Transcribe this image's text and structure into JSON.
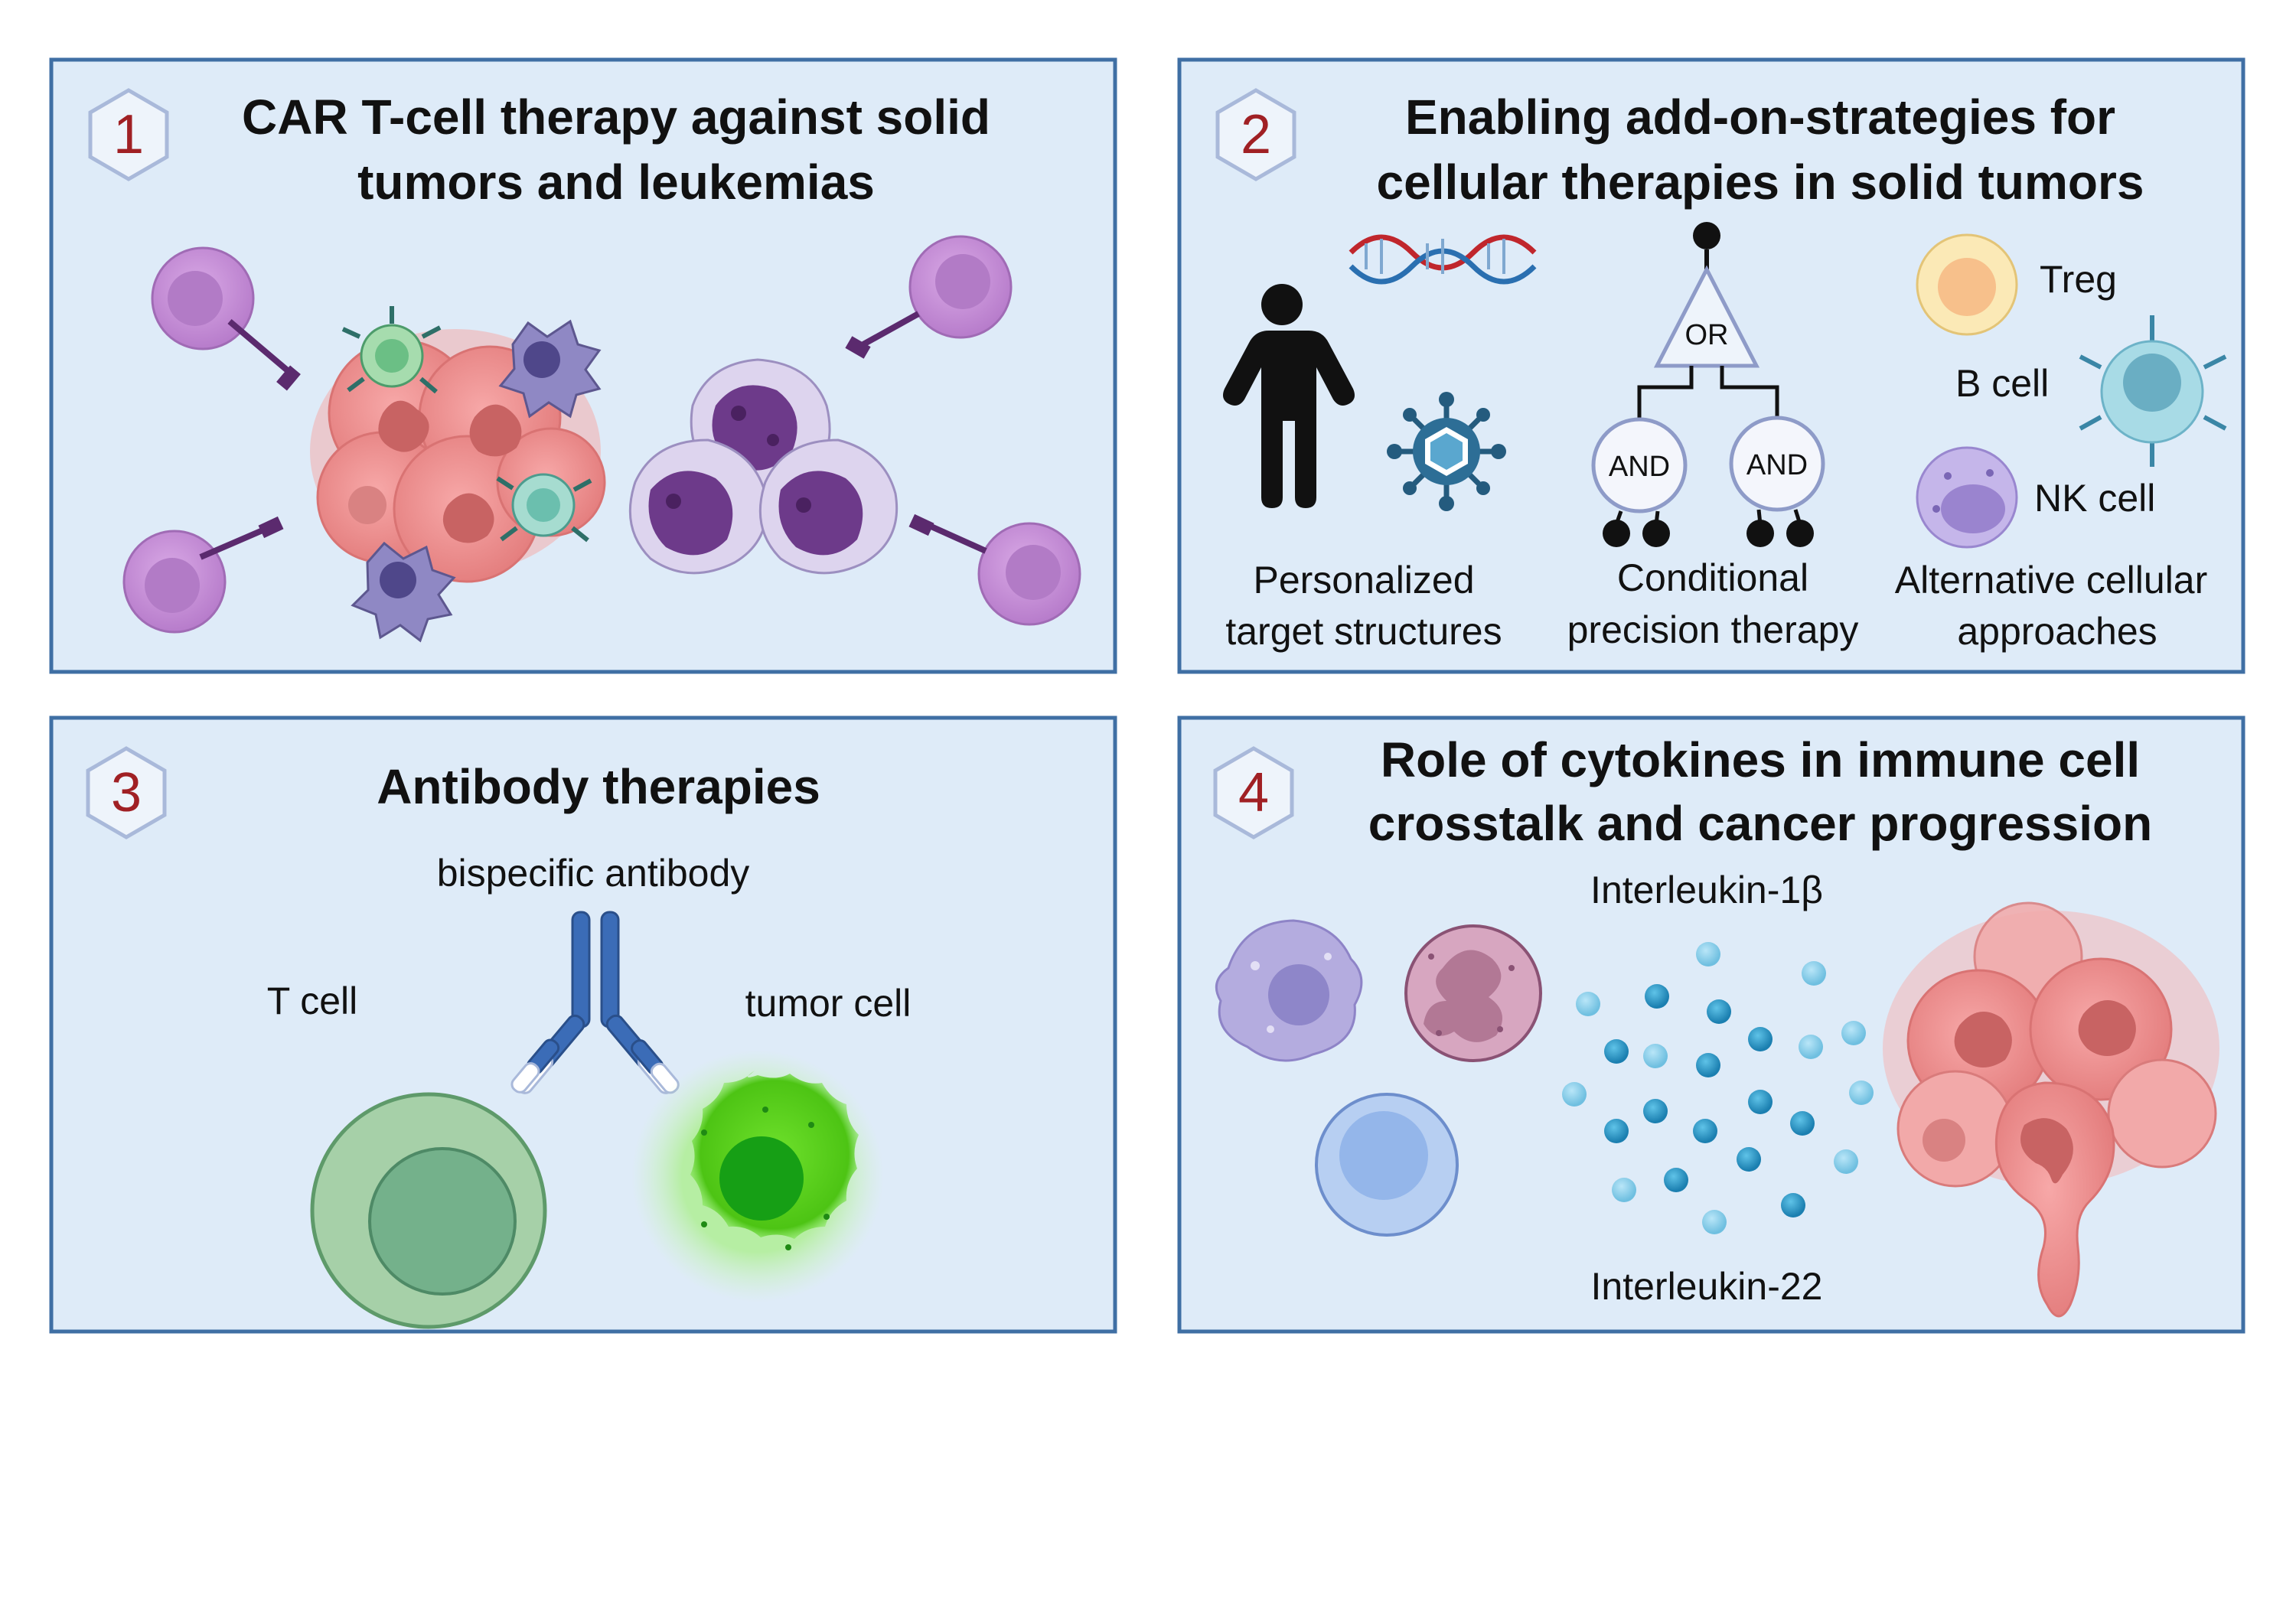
{
  "colors": {
    "panel_fill": "#deebf8",
    "panel_border": "#3f6fa4",
    "number": "#a02024",
    "car_t_cell": "#c48fd6",
    "tumor_cell": "#ee8a8a",
    "leukemia_cell": "#6d3a8a",
    "cytokine": "#2c93c2",
    "t_cell": "#a6d0a8",
    "tumor_green": "#55d11d",
    "antibody": "#3b6cb7"
  },
  "panels": [
    {
      "number": "1",
      "title_lines": [
        "CAR T-cell therapy against solid",
        "tumors and leukemias"
      ]
    },
    {
      "number": "2",
      "title_lines": [
        "Enabling add-on-strategies for",
        "cellular therapies in solid tumors"
      ],
      "logic": {
        "or": "OR",
        "and_left": "AND",
        "and_right": "AND"
      },
      "cells": {
        "treg": "Treg",
        "b_cell": "B cell",
        "nk_cell": "NK cell"
      },
      "captions": {
        "personalized": [
          "Personalized",
          "target structures"
        ],
        "conditional": [
          "Conditional",
          "precision therapy"
        ],
        "alternative": [
          "Alternative cellular",
          "approaches"
        ]
      },
      "icons": [
        "person-icon",
        "dna-icon",
        "virus-icon",
        "logic-gate-icon"
      ]
    },
    {
      "number": "3",
      "title_lines": [
        "Antibody therapies"
      ],
      "antibody_label": "bispecific antibody",
      "t_cell_label": "T cell",
      "tumor_cell_label": "tumor cell"
    },
    {
      "number": "4",
      "title_lines": [
        "Role of cytokines in immune cell",
        "crosstalk and cancer progression"
      ],
      "interleukin_top": "Interleukin-1β",
      "interleukin_bottom": "Interleukin-22"
    }
  ]
}
